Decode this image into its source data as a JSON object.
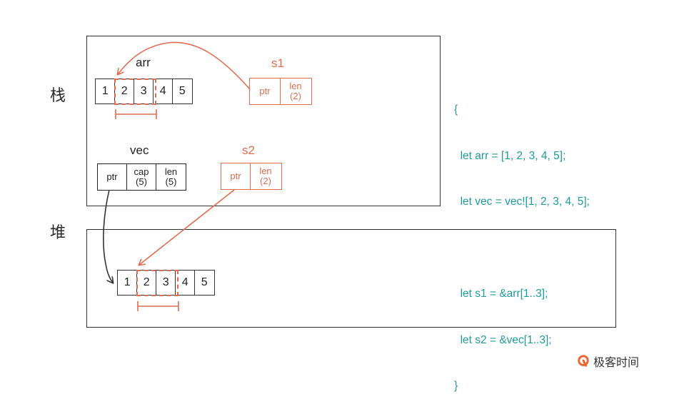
{
  "regions": {
    "stack_label": "栈",
    "heap_label": "堆"
  },
  "arr": {
    "name": "arr",
    "cells": [
      "1",
      "2",
      "3",
      "4",
      "5"
    ]
  },
  "heap": {
    "cells": [
      "1",
      "2",
      "3",
      "4",
      "5"
    ]
  },
  "s1": {
    "name": "s1",
    "ptr": "ptr",
    "len_label": "len",
    "len_value": "(2)"
  },
  "vec": {
    "name": "vec",
    "ptr": "ptr",
    "cap_label": "cap",
    "cap_value": "(5)",
    "len_label": "len",
    "len_value": "(5)"
  },
  "s2": {
    "name": "s2",
    "ptr": "ptr",
    "len_label": "len",
    "len_value": "(2)"
  },
  "code": {
    "lines": [
      "{",
      "  let arr = [1, 2, 3, 4, 5];",
      "  let vec = vec![1, 2, 3, 4, 5];",
      "",
      "  let s1 = &arr[1..3];",
      "  let s2 = &vec[1..3];",
      "}"
    ]
  },
  "brand": {
    "name": "极客时间"
  },
  "colors": {
    "accent": "#e06c4f",
    "code": "#1f9b9b",
    "ink": "#333333"
  }
}
